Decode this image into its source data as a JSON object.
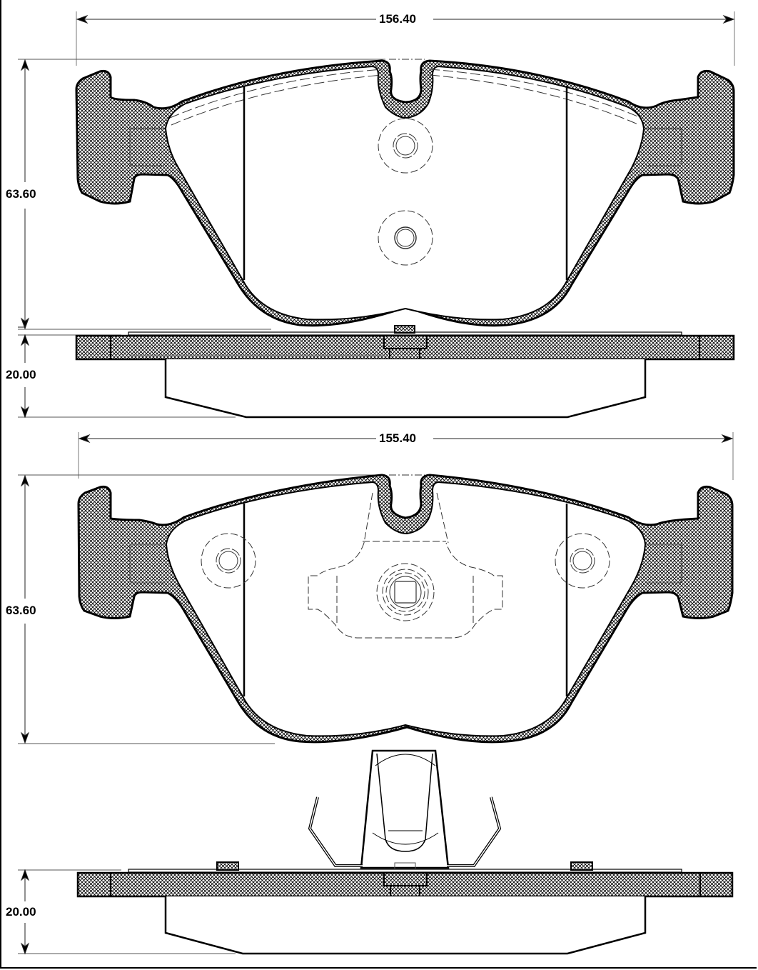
{
  "drawing": {
    "title": "Brake pad set technical drawing",
    "colors": {
      "line": "#000000",
      "hatch": "#000000",
      "background": "#ffffff",
      "extension_line": "#555555"
    }
  },
  "views": [
    {
      "id": "pad-1",
      "front_view": {
        "width_dimension": "156.40",
        "height_dimension": "63.60"
      },
      "side_view": {
        "thickness_dimension": "20.00"
      }
    },
    {
      "id": "pad-2",
      "front_view": {
        "width_dimension": "155.40",
        "height_dimension": "63.60"
      },
      "side_view": {
        "thickness_dimension": "20.00"
      }
    }
  ]
}
